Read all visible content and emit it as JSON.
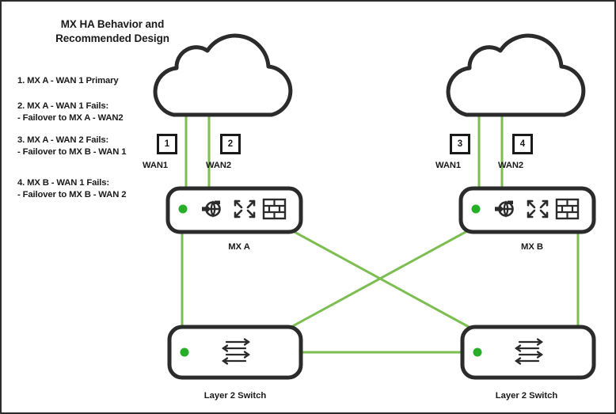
{
  "title": "MX HA Behavior and\nRecommended Design",
  "legend": {
    "items": [
      "1. MX A - WAN 1 Primary",
      "2. MX A - WAN 1 Fails:\n- Failover to MX A - WAN2",
      "3. MX A - WAN 2 Fails:\n- Failover to MX B - WAN 1",
      "4. MX B - WAN 1 Fails:\n- Failover to MX B - WAN 2"
    ]
  },
  "uplinks": [
    {
      "number": "1",
      "label": "WAN1"
    },
    {
      "number": "2",
      "label": "WAN2"
    },
    {
      "number": "3",
      "label": "WAN1"
    },
    {
      "number": "4",
      "label": "WAN2"
    }
  ],
  "devices": {
    "mx_a": {
      "label": "MX A",
      "icons": [
        "globe-security-icon",
        "converging-arrows-icon",
        "firewall-brick-icon"
      ],
      "status": "online"
    },
    "mx_b": {
      "label": "MX B",
      "icons": [
        "globe-security-icon",
        "converging-arrows-icon",
        "firewall-brick-icon"
      ],
      "status": "online"
    },
    "switch_left": {
      "label": "Layer 2 Switch",
      "icons": [
        "switch-arrows-icon"
      ],
      "status": "online"
    },
    "switch_right": {
      "label": "Layer 2 Switch",
      "icons": [
        "switch-arrows-icon"
      ],
      "status": "online"
    }
  },
  "clouds": [
    {
      "name": "internet-cloud-left"
    },
    {
      "name": "internet-cloud-right"
    }
  ],
  "colors": {
    "link": "#7DBE52",
    "outline": "#2b2b2b",
    "status_dot": "#27ae27",
    "background": "#ffffff",
    "text": "#1a1a1a"
  }
}
